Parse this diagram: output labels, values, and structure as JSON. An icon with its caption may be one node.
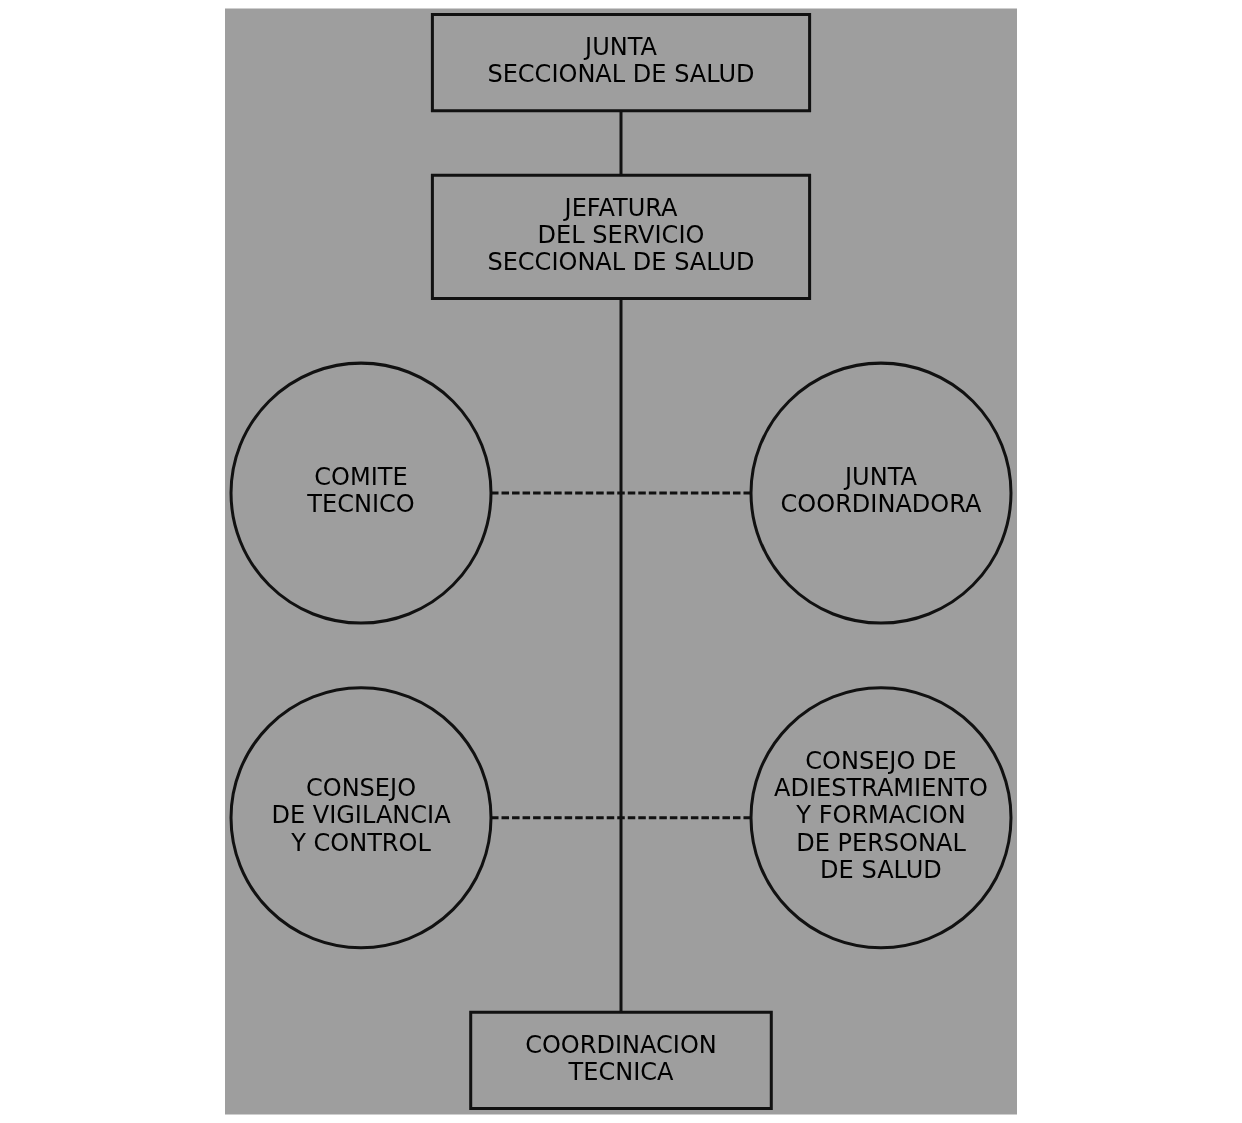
{
  "diagram": {
    "nodes": [
      {
        "text": [
          "JUNTA SECCIONAL DE SALUD"
        ]
      },
      {
        "text": [
          "JEFATURA DEL SERVICIO SECCIONAL DE SALUD"
        ]
      },
      {
        "text": [
          "COMITE TECNICO"
        ]
      },
      {
        "text": [
          "JUNTA COORDINADORA"
        ]
      },
      {
        "text": [
          "CONSEJO DE VIGILANCIA Y CONTROL"
        ]
      },
      {
        "text": [
          "CONSEJO DE ADIESTRAMIENTO Y FORMACION DE PERSONAL DE SALUD"
        ]
      },
      {
        "text": [
          "COORDINACION TECNICA"
        ]
      }
    ],
    "edges": [
      {
        "from": 0,
        "to": 1,
        "arrow": "none"
      },
      {
        "from": 1,
        "to": 6,
        "arrow": "none"
      },
      {
        "from": 2,
        "to": 3,
        "arrow": "none",
        "style": "dashed"
      },
      {
        "from": 4,
        "to": 5,
        "arrow": "none",
        "style": "dashed"
      }
    ]
  }
}
